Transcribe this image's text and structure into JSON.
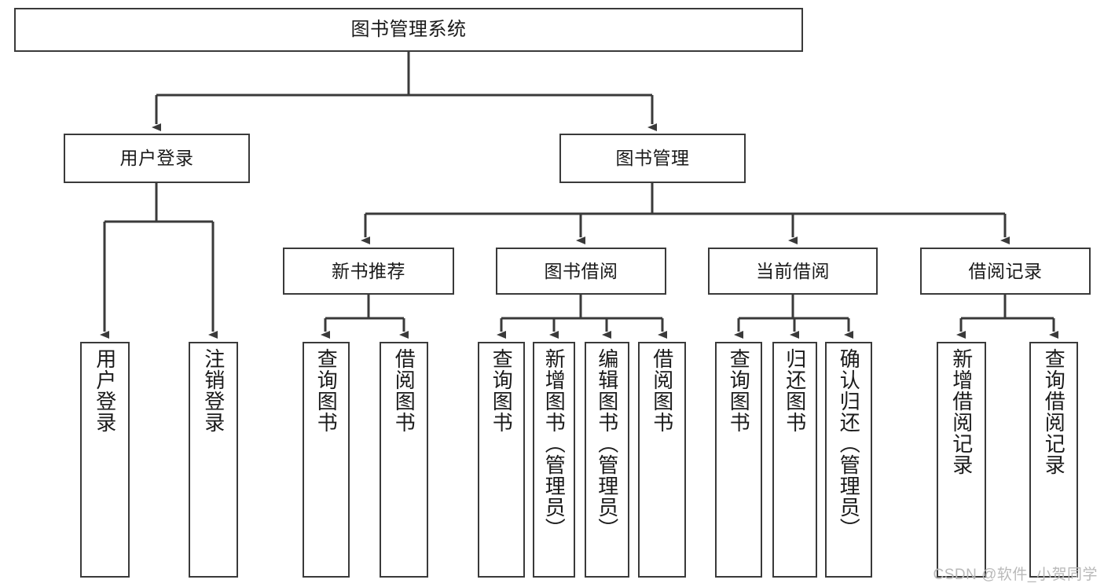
{
  "diagram": {
    "title": "图书管理系统",
    "type": "tree-hierarchy",
    "colors": {
      "stroke": "#3a3a3a",
      "fill": "#ffffff",
      "text": "#1a1a1a",
      "watermark": "#b9b9b9"
    },
    "nodes": {
      "root": {
        "label": "图书管理系统"
      },
      "level2": [
        {
          "id": "user-login",
          "label": "用户登录"
        },
        {
          "id": "book-management",
          "label": "图书管理"
        }
      ],
      "level3": [
        {
          "id": "new-book-recommend",
          "label": "新书推荐"
        },
        {
          "id": "book-borrow",
          "label": "图书借阅"
        },
        {
          "id": "current-borrow",
          "label": "当前借阅"
        },
        {
          "id": "borrow-record",
          "label": "借阅记录"
        }
      ],
      "leaves": {
        "user-login": [
          {
            "id": "leaf-user-login",
            "label": "用户登录"
          },
          {
            "id": "leaf-logout",
            "label": "注销登录"
          }
        ],
        "new-book-recommend": [
          {
            "id": "leaf-query-book-1",
            "label": "查询图书"
          },
          {
            "id": "leaf-borrow-book-1",
            "label": "借阅图书"
          }
        ],
        "book-borrow": [
          {
            "id": "leaf-query-book-2",
            "label": "查询图书"
          },
          {
            "id": "leaf-add-book",
            "label": "新增图书（管理员）"
          },
          {
            "id": "leaf-edit-book",
            "label": "编辑图书（管理员）"
          },
          {
            "id": "leaf-borrow-book-2",
            "label": "借阅图书"
          }
        ],
        "current-borrow": [
          {
            "id": "leaf-query-book-3",
            "label": "查询图书"
          },
          {
            "id": "leaf-return-book",
            "label": "归还图书"
          },
          {
            "id": "leaf-confirm-return",
            "label": "确认归还（管理员）"
          }
        ],
        "borrow-record": [
          {
            "id": "leaf-add-record",
            "label": "新增借阅记录"
          },
          {
            "id": "leaf-query-record",
            "label": "查询借阅记录"
          }
        ]
      }
    },
    "watermark": "CSDN @软件_小贺同学"
  }
}
